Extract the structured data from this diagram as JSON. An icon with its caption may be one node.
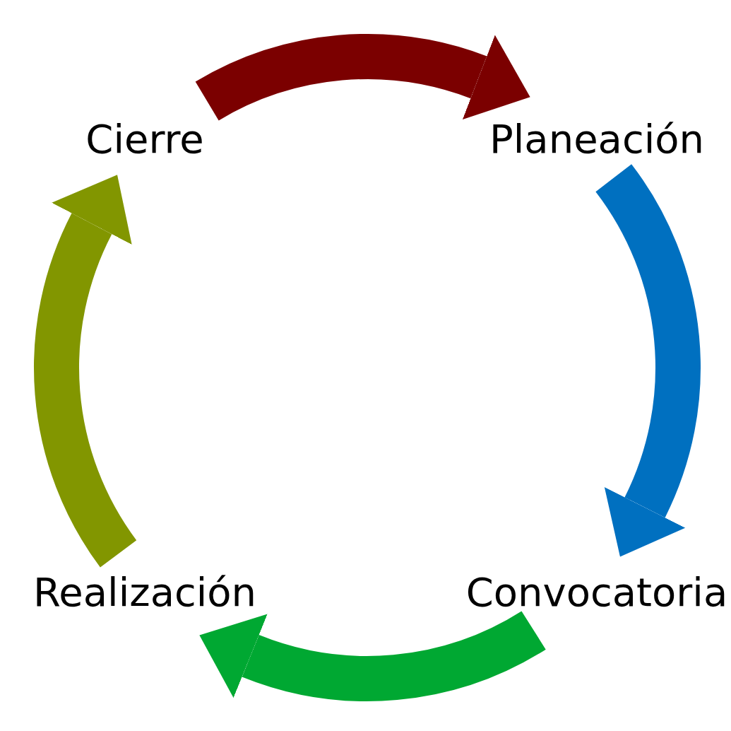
{
  "diagram": {
    "nodes": [
      {
        "text": [
          "Cierre"
        ]
      },
      {
        "text": [
          "Planeación"
        ]
      },
      {
        "text": [
          "Convocatoria"
        ]
      },
      {
        "text": [
          "Realización"
        ]
      }
    ],
    "edges": [
      {
        "from": 0,
        "to": 1,
        "arrow": "to",
        "color": "#7b0000"
      },
      {
        "from": 1,
        "to": 2,
        "arrow": "to",
        "color": "#0070c0"
      },
      {
        "from": 2,
        "to": 3,
        "arrow": "to",
        "color": "#00a832"
      },
      {
        "from": 3,
        "to": 0,
        "arrow": "to",
        "color": "#829600"
      }
    ]
  }
}
